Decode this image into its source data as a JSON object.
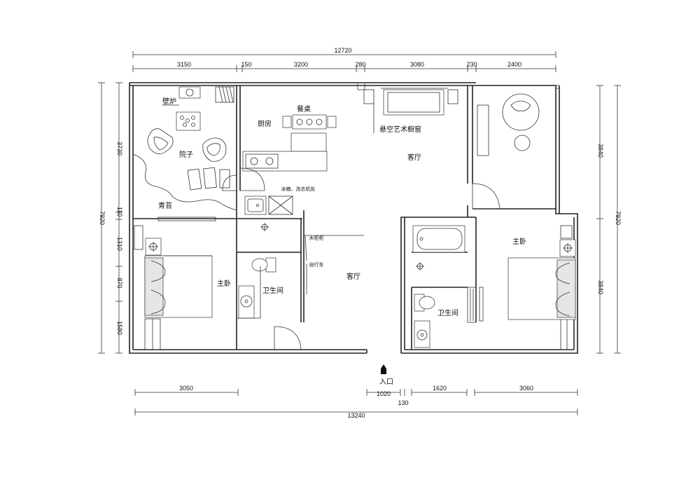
{
  "dimensions": {
    "top_total": "12720",
    "top_segments": [
      "3150",
      "150",
      "3200",
      "280",
      "3080",
      "230",
      "2400"
    ],
    "bottom_segments": [
      "3050",
      "1020",
      "1620",
      "3060"
    ],
    "bottom_small": "130",
    "bottom_total": "13240",
    "left_total": "7920",
    "left_segments": [
      "3730",
      "110",
      "1310",
      "870",
      "1580"
    ],
    "right_total": "7920",
    "right_segments": [
      "3840",
      "3840"
    ]
  },
  "rooms": {
    "wall_fireplace": "壁炉",
    "dining_table": "餐桌",
    "kitchen": "厨房",
    "courtyard": "院子",
    "art_window": "悬空艺术橱窗",
    "living_room_top": "客厅",
    "fridge_washer": "冰箱、洗衣机处",
    "moss": "青苔",
    "wood_cabinet": "木柜柜",
    "bicycle": "自行车",
    "master_bedroom_left": "主卧",
    "bathroom_left": "卫生间",
    "living_room_center": "客厅",
    "master_bedroom_right": "主卧",
    "bathroom_right": "卫生间",
    "entrance": "入口"
  }
}
